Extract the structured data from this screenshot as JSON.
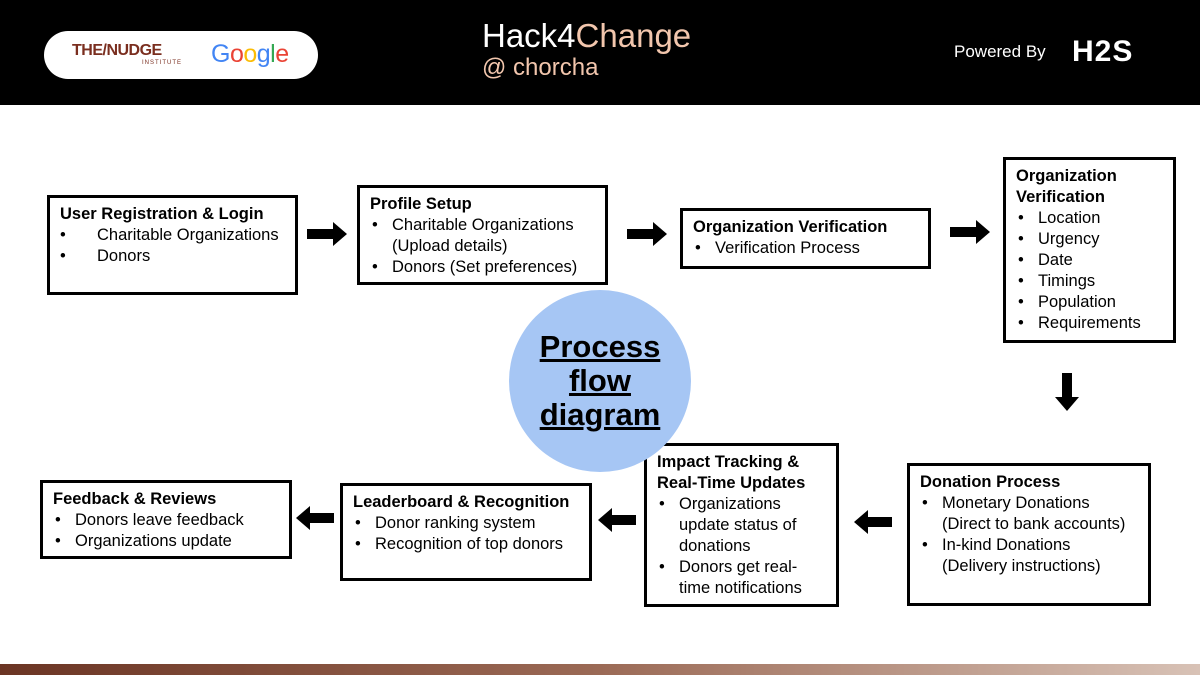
{
  "header": {
    "partner_logo_1": "THE/NUDGE",
    "partner_logo_1_sub": "INSTITUTE",
    "partner_logo_2": "Google",
    "event_title_main": "Hack4",
    "event_title_accent": "Change",
    "event_subtitle": "@ chorcha",
    "powered_by_label": "Powered By",
    "powered_by_logo": "H2S"
  },
  "diagram": {
    "center_label": "Process\nflow\ndiagram",
    "steps": [
      {
        "title": "User Registration & Login",
        "items": [
          "Charitable Organizations",
          "Donors"
        ]
      },
      {
        "title": "Profile Setup",
        "items": [
          "Charitable Organizations (Upload details)",
          "Donors (Set preferences)"
        ]
      },
      {
        "title": "Organization Verification",
        "items": [
          "Verification Process"
        ]
      },
      {
        "title": "Organization Verification",
        "items": [
          "Location",
          "Urgency",
          "Date",
          "Timings",
          "Population",
          "Requirements"
        ]
      },
      {
        "title": "Donation Process",
        "items": [
          "Monetary Donations (Direct to bank accounts)",
          "In-kind Donations (Delivery instructions)"
        ]
      },
      {
        "title": "Impact Tracking & Real-Time Updates",
        "items": [
          "Organizations update status of donations",
          "Donors get real-time notifications"
        ]
      },
      {
        "title": "Leaderboard & Recognition",
        "items": [
          "Donor ranking system",
          "Recognition of top donors"
        ]
      },
      {
        "title": "Feedback & Reviews",
        "items": [
          "Donors leave feedback",
          "Organizations update"
        ]
      }
    ]
  },
  "colors": {
    "header_bg": "#000000",
    "accent": "#f2c6ad",
    "circle_fill": "#a6c6f4",
    "nudge_brand": "#7a2e1f"
  }
}
